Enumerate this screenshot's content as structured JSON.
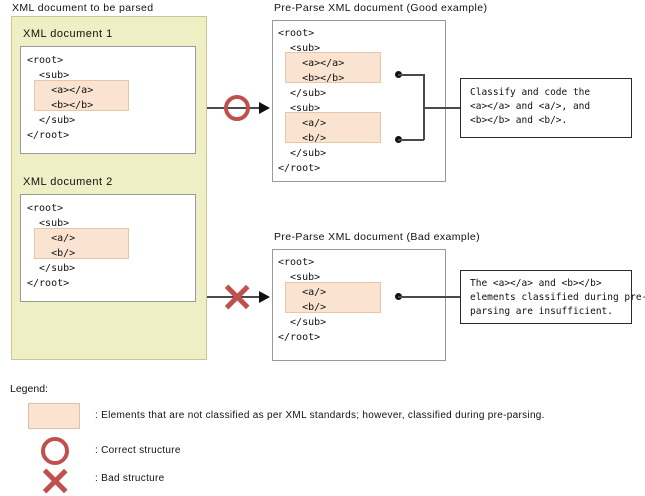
{
  "diagram": {
    "left_group": {
      "caption": "XML document to be parsed",
      "documents": [
        {
          "title": "XML document 1",
          "lines": [
            "<root>",
            "  <sub>",
            "    <a></a>",
            "    <b></b>",
            "  </sub>",
            "</root>"
          ],
          "highlighted_lines": [
            "<a></a>",
            "<b></b>"
          ]
        },
        {
          "title": "XML document 2",
          "lines": [
            "<root>",
            "  <sub>",
            "    <a/>",
            "    <b/>",
            "  </sub>",
            "</root>"
          ],
          "highlighted_lines": [
            "<a/>",
            "<b/>"
          ]
        }
      ]
    },
    "good_example": {
      "caption": "Pre-Parse XML document (Good example)",
      "lines": [
        "<root>",
        "  <sub>",
        "    <a></a>",
        "    <b></b>",
        "  </sub>",
        "  <sub>",
        "    <a/>",
        "    <b/>",
        "  </sub>",
        "</root>"
      ],
      "highlight_group_1": [
        "<a></a>",
        "<b></b>"
      ],
      "highlight_group_2": [
        "<a/>",
        "<b/>"
      ],
      "callout": "Classify and code the\n<a></a> and <a/>, and\n<b></b> and <b/>."
    },
    "bad_example": {
      "caption": "Pre-Parse XML document (Bad example)",
      "lines": [
        "<root>",
        "  <sub>",
        "    <a/>",
        "    <b/>",
        "  </sub>",
        "</root>"
      ],
      "highlight_group": [
        "<a/>",
        "<b/>"
      ],
      "callout": "The <a></a> and <b></b>\nelements classified during pre-\nparsing are insufficient."
    },
    "markers": {
      "good": "circle-marker",
      "bad": "cross-marker",
      "color": "#c0504d"
    }
  },
  "legend": {
    "title": "Legend:",
    "items": [
      {
        "symbol": "orange-swatch",
        "text": ": Elements that are not classified as per XML standards; however, classified during pre-parsing."
      },
      {
        "symbol": "circle-marker",
        "text": ": Correct structure"
      },
      {
        "symbol": "cross-marker",
        "text": ": Bad structure"
      }
    ]
  },
  "colors": {
    "group_fill": "#efeec4",
    "highlight_fill": "#fae3d0",
    "marker_red": "#c0504d"
  }
}
